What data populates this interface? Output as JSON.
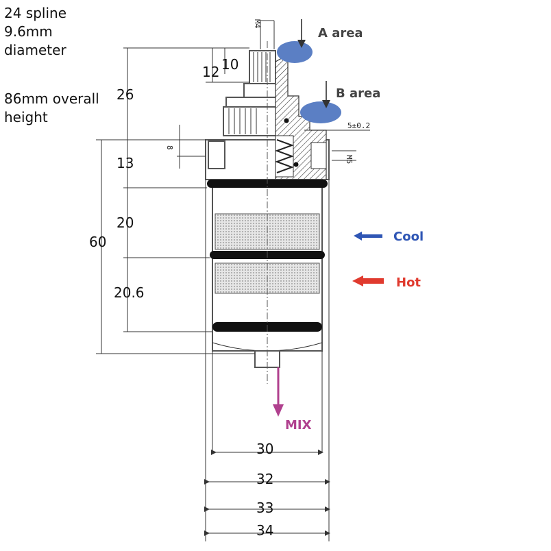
{
  "notes": {
    "spline_line1": "24 spline",
    "spline_line2": "9.6mm",
    "spline_line3": "diameter",
    "height_line1": "86mm overall",
    "height_line2": "height"
  },
  "labels": {
    "a_area": "A area",
    "b_area": "B area",
    "cool": "Cool",
    "hot": "Hot",
    "mix": "MIX",
    "m4": "M4",
    "m5": "M5",
    "tol": "5±0.2",
    "eight": "8"
  },
  "dimensions": {
    "d26": "26",
    "d10": "10",
    "d12": "12",
    "d13": "13",
    "d20": "20",
    "d60": "60",
    "d206": "20.6",
    "w30": "30",
    "w32": "32",
    "w33": "33",
    "w34": "34"
  },
  "colors": {
    "area_fill": "#5b7fc4",
    "cool": "#2f56b5",
    "hot": "#e03a2e",
    "mix": "#b0408e",
    "oring": "#111111",
    "mesh": "#d8d8d8"
  }
}
